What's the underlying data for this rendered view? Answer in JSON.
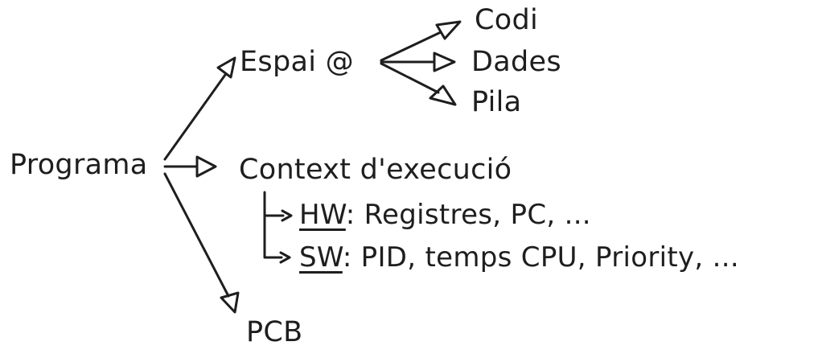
{
  "colors": {
    "ink": "#1e1e1e",
    "background": "#ffffff"
  },
  "nodes": {
    "programa": "Programa",
    "espai": "Espai @",
    "codi": "Codi",
    "dades": "Dades",
    "pila": "Pila",
    "context": "Context d'execució",
    "pcb": "PCB"
  },
  "context_items": {
    "hw": {
      "tag": "HW",
      "text": ": Registres, PC, ..."
    },
    "sw": {
      "tag": "SW",
      "text": ": PID, temps CPU, Priority, ..."
    }
  }
}
